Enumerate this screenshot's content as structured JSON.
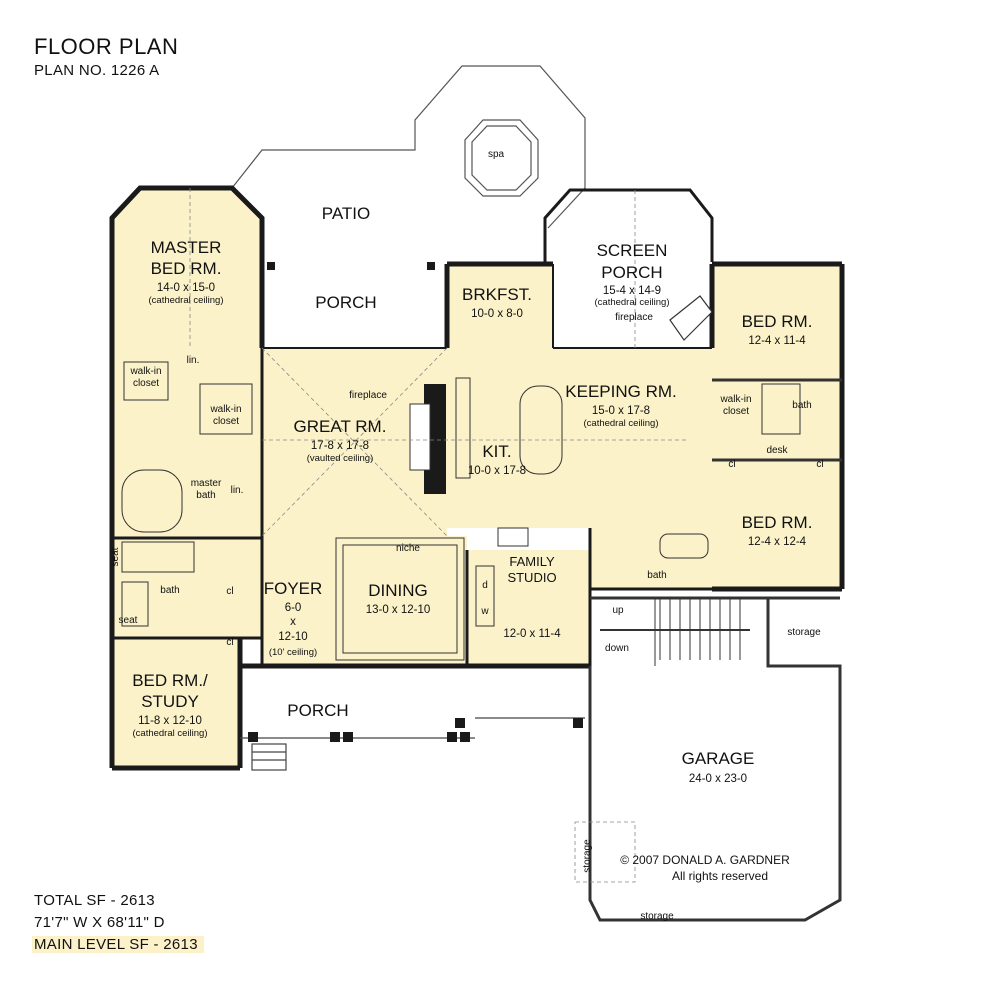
{
  "header": {
    "title": "FLOOR PLAN",
    "plan_no": "PLAN NO. 1226 A"
  },
  "footer": {
    "total_sf": "TOTAL SF - 2613",
    "dimensions": "71'7\" W X 68'11\" D",
    "main_level_sf": "MAIN LEVEL SF - 2613"
  },
  "colors": {
    "floor_fill": "#fbf2c9",
    "wall": "#1a1a1a",
    "outdoor_line": "#555555",
    "highlight": "#fcf1c8"
  },
  "rooms": {
    "master_bed": {
      "name1": "MASTER",
      "name2": "BED RM.",
      "dim": "14-0 x 15-0",
      "note": "(cathedral ceiling)"
    },
    "patio": {
      "name": "PATIO"
    },
    "spa": {
      "name": "spa"
    },
    "rear_porch": {
      "name": "PORCH"
    },
    "brkfst": {
      "name": "BRKFST.",
      "dim": "10-0 x 8-0"
    },
    "screen_porch": {
      "name1": "SCREEN",
      "name2": "PORCH",
      "dim": "15-4 x 14-9",
      "note": "(cathedral ceiling)"
    },
    "bed_ne": {
      "name": "BED RM.",
      "dim": "12-4 x 11-4"
    },
    "keeping": {
      "name": "KEEPING RM.",
      "dim": "15-0 x 17-8",
      "note": "(cathedral ceiling)"
    },
    "great": {
      "name": "GREAT RM.",
      "dim": "17-8 x 17-8",
      "note": "(vaulted ceiling)"
    },
    "kit": {
      "name": "KIT.",
      "dim": "10-0 x 17-8"
    },
    "bed_e": {
      "name": "BED RM.",
      "dim": "12-4 x 12-4"
    },
    "family_studio": {
      "name1": "FAMILY",
      "name2": "STUDIO",
      "dim": "12-0 x 11-4"
    },
    "foyer": {
      "name": "FOYER",
      "dim1": "6-0",
      "dim2": "x",
      "dim3": "12-10",
      "note": "(10' ceiling)"
    },
    "dining": {
      "name": "DINING",
      "dim": "13-0 x 12-10"
    },
    "bed_study": {
      "name1": "BED RM./",
      "name2": "STUDY",
      "dim": "11-8 x 12-10",
      "note": "(cathedral ceiling)"
    },
    "front_porch": {
      "name": "PORCH"
    },
    "garage": {
      "name": "GARAGE",
      "dim": "24-0 x 23-0"
    }
  },
  "labels": {
    "walkin_closet_1": "walk-in",
    "walkin_closet_1b": "closet",
    "walkin_closet_2": "walk-in",
    "walkin_closet_2b": "closet",
    "walkin_closet_3": "walk-in",
    "walkin_closet_3b": "closet",
    "lin_1": "lin.",
    "lin_2": "lin.",
    "master_bath_1": "master",
    "master_bath_2": "bath",
    "seat_1": "seat",
    "seat_2": "seat",
    "bath_west": "bath",
    "bath_ne": "bath",
    "bath_e": "bath",
    "cl_1": "cl",
    "cl_2": "cl",
    "cl_3": "cl",
    "cl_4": "cl",
    "desk": "desk",
    "fireplace_great": "fireplace",
    "fireplace_porch": "fireplace",
    "niche": "niche",
    "d": "d",
    "w": "w",
    "up": "up",
    "down": "down",
    "storage_1": "storage",
    "storage_2": "storage",
    "storage_3": "storage"
  },
  "copyright": {
    "line1": "© 2007 DONALD A. GARDNER",
    "line2": "All rights reserved"
  }
}
